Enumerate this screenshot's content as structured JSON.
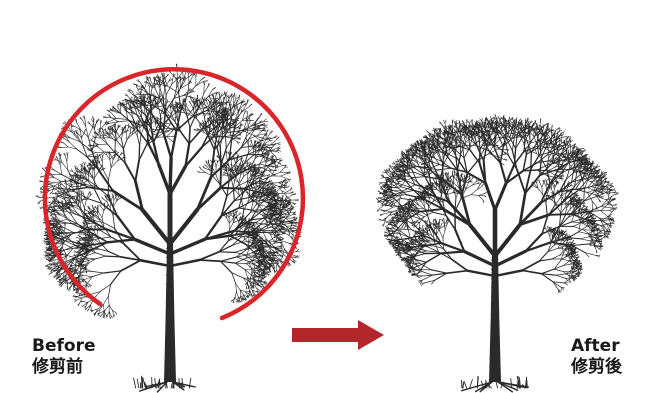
{
  "before": {
    "label_en": "Before",
    "label_ja": "修剪前"
  },
  "after": {
    "label_en": "After",
    "label_ja": "修剪後"
  },
  "colors": {
    "branch": "#2a2a2a",
    "pruning_line": "#d8262b",
    "arrow": "#b3262a",
    "background": "#ffffff"
  },
  "icons": {
    "transition": "right-arrow-icon"
  }
}
